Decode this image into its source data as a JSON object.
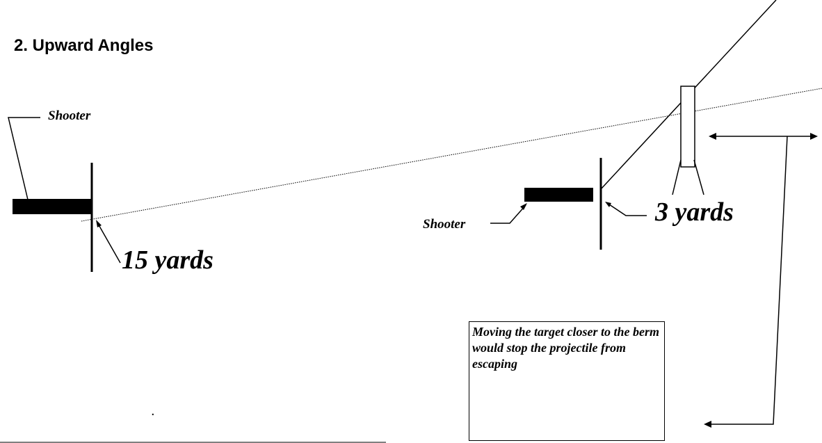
{
  "title": "2. Upward Angles",
  "left_scene": {
    "shooter_label": "Shooter",
    "distance_label": "15 yards"
  },
  "right_scene": {
    "shooter_label": "Shooter",
    "distance_label": "3 yards"
  },
  "note": "Moving the target closer to the berm would stop the projectile from escaping",
  "stray_mark": "."
}
